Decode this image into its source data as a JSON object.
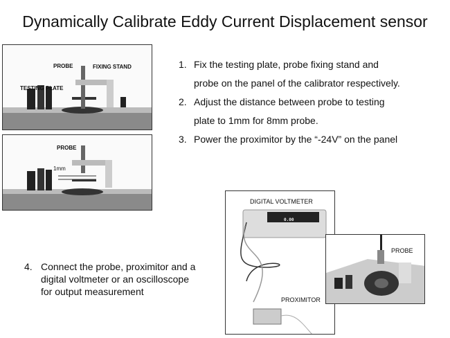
{
  "title": "Dynamically Calibrate Eddy Current Displacement sensor",
  "steps": [
    {
      "num": "1.",
      "lines": [
        "Fix the testing plate, probe fixing stand and",
        "probe on the panel of the calibrator respectively."
      ]
    },
    {
      "num": "2.",
      "lines": [
        "Adjust the distance between probe to testing",
        "plate to 1mm for 8mm probe."
      ]
    },
    {
      "num": "3.",
      "lines": [
        "Power the proximitor by the “-24V” on the panel"
      ]
    }
  ],
  "step4": {
    "num": "4.",
    "text": "Connect the probe, proximitor and a digital voltmeter or an oscilloscope for output measurement"
  },
  "photo1": {
    "probe": "PROBE",
    "fixing_stand": "FIXING STAND",
    "testing_plate": "TESTING PLATE"
  },
  "photo2": {
    "probe": "PROBE",
    "gap": "1mm"
  },
  "photo3": {
    "voltmeter": "DIGITAL VOLTMETER",
    "proximitor": "PROXIMITOR",
    "display": "0.00"
  },
  "photo4": {
    "probe": "PROBE"
  }
}
